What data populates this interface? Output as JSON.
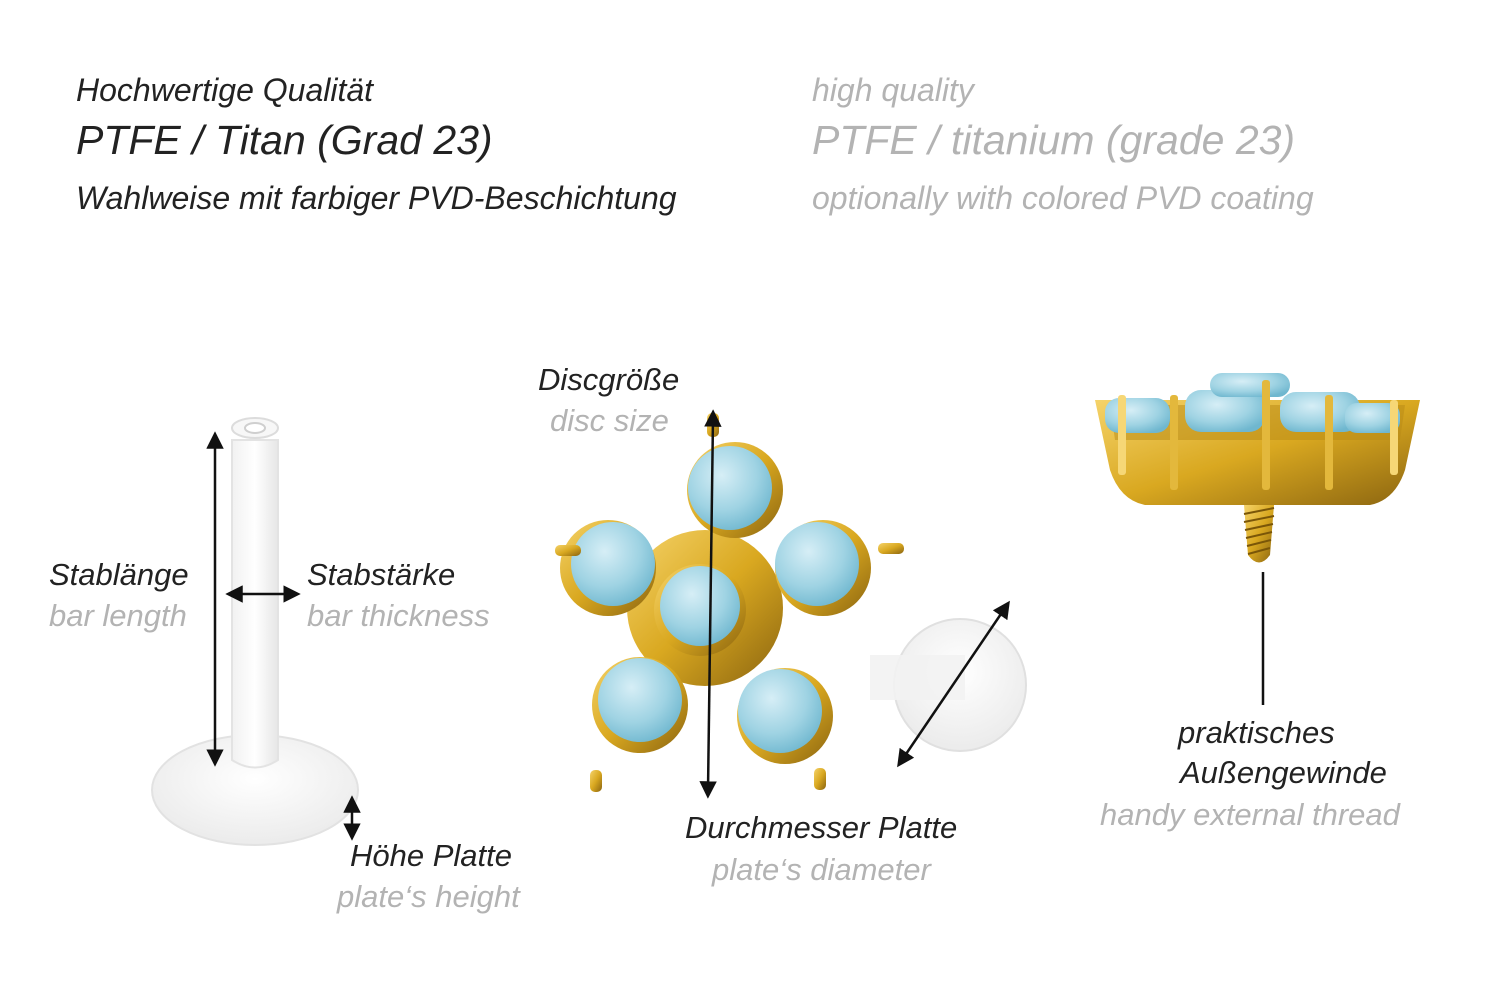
{
  "header": {
    "de": {
      "quality": "Hochwertige Qualität",
      "material": "PTFE / Titan (Grad 23)",
      "coating": "Wahlweise mit farbiger PVD-Beschichtung"
    },
    "en": {
      "quality": "high quality",
      "material": "PTFE / titanium (grade 23)",
      "coating": "optionally with colored PVD coating"
    }
  },
  "labels": {
    "bar_length": {
      "de": "Stablänge",
      "en": "bar length"
    },
    "bar_thickness": {
      "de": "Stabstärke",
      "en": "bar thickness"
    },
    "plate_height": {
      "de": "Höhe Platte",
      "en": "plate‘s height"
    },
    "disc_size": {
      "de": "Discgröße",
      "en": "disc size"
    },
    "plate_diameter": {
      "de": "Durchmesser Platte",
      "en": "plate‘s diameter"
    },
    "external_thread": {
      "de_line1": "praktisches",
      "de_line2": "Außengewinde",
      "en": "handy external thread"
    }
  },
  "colors": {
    "gold": "#d9a820",
    "turquoise": "#9fd3e3",
    "text_dark": "#222222",
    "text_light": "#b3b3b3"
  }
}
